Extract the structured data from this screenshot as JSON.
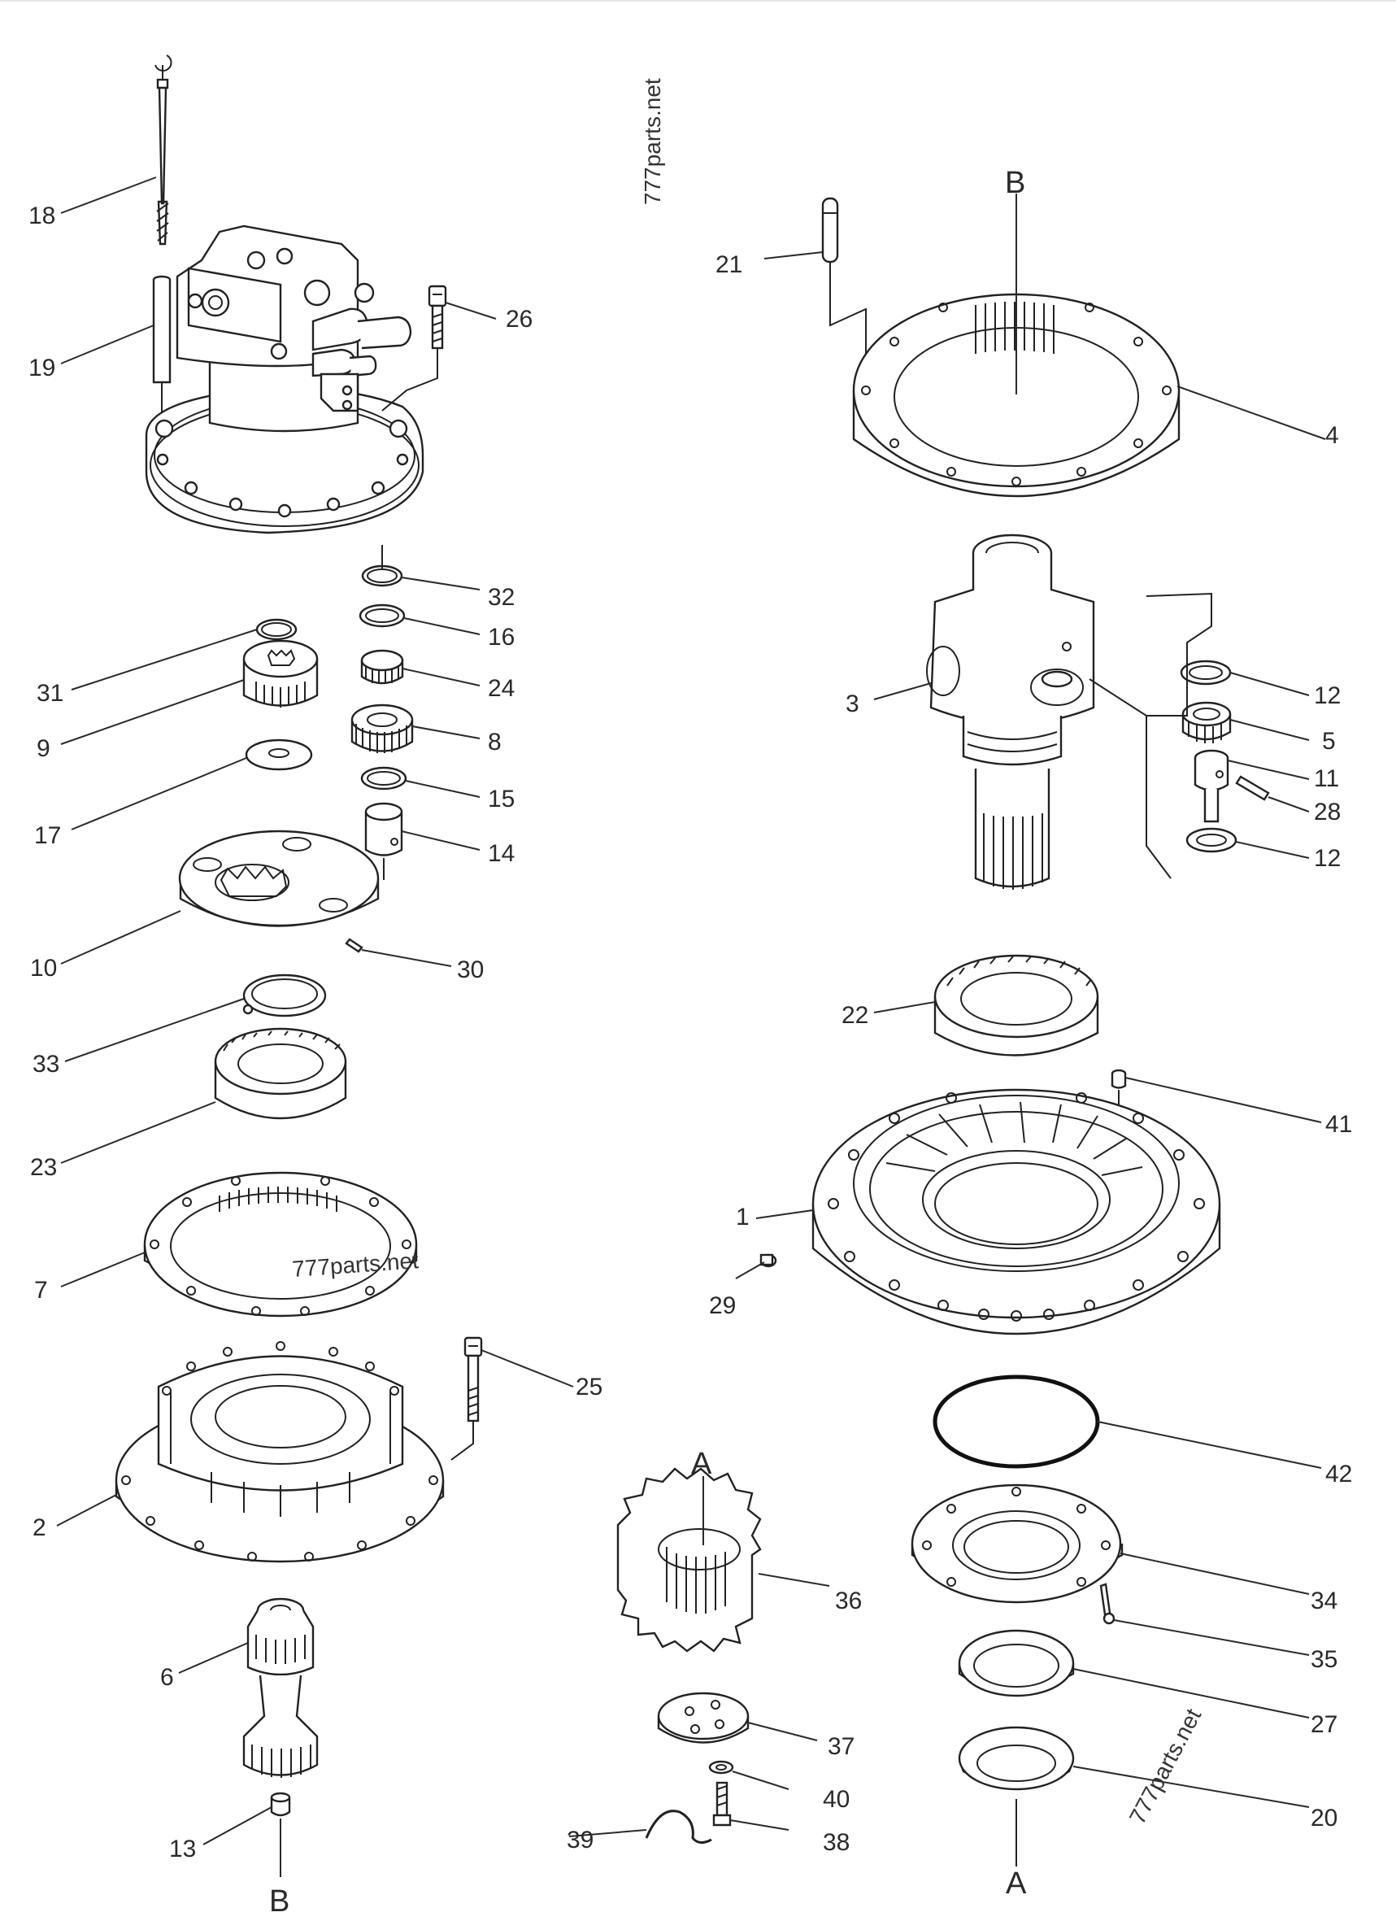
{
  "watermark": "777parts.net",
  "section_markers": {
    "a": "A",
    "b": "B"
  },
  "labels": {
    "p1": "1",
    "p2": "2",
    "p3": "3",
    "p4": "4",
    "p5": "5",
    "p6": "6",
    "p7": "7",
    "p8": "8",
    "p9": "9",
    "p10": "10",
    "p11": "11",
    "p12a": "12",
    "p12b": "12",
    "p13": "13",
    "p14": "14",
    "p15": "15",
    "p16": "16",
    "p17": "17",
    "p18": "18",
    "p19": "19",
    "p20": "20",
    "p21": "21",
    "p22": "22",
    "p23": "23",
    "p24": "24",
    "p25": "25",
    "p26": "26",
    "p27": "27",
    "p28": "28",
    "p29": "29",
    "p30": "30",
    "p31": "31",
    "p32": "32",
    "p33": "33",
    "p34": "34",
    "p35": "35",
    "p36": "36",
    "p37": "37",
    "p38": "38",
    "p39": "39",
    "p40": "40",
    "p41": "41",
    "p42": "42"
  }
}
